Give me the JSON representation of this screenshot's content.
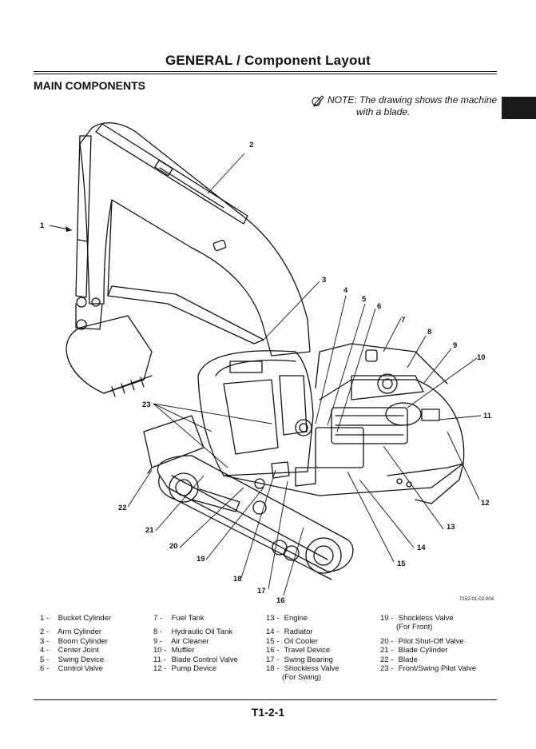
{
  "header": {
    "title": "GENERAL / Component Layout"
  },
  "section": {
    "title": "MAIN COMPONENTS"
  },
  "note": {
    "line1": "NOTE: The drawing shows the machine",
    "line2": "with a blade."
  },
  "figure": {
    "code": "T152-01-02-004",
    "callouts": [
      "1",
      "2",
      "3",
      "4",
      "5",
      "6",
      "7",
      "8",
      "9",
      "10",
      "11",
      "12",
      "13",
      "14",
      "15",
      "16",
      "17",
      "18",
      "19",
      "20",
      "21",
      "22",
      "23"
    ]
  },
  "legend": {
    "col1": [
      {
        "num": "1 -",
        "text": "Bucket Cylinder"
      },
      {
        "num": "2 -",
        "text": "Arm Cylinder"
      },
      {
        "num": "3 -",
        "text": "Boom Cylinder"
      },
      {
        "num": "4 -",
        "text": "Center Joint"
      },
      {
        "num": "5 -",
        "text": "Swing Device"
      },
      {
        "num": "6 -",
        "text": "Control Valve"
      }
    ],
    "col2": [
      {
        "num": "7 -",
        "text": "Fuel Tank"
      },
      {
        "num": "8 -",
        "text": "Hydraulic Oil Tank"
      },
      {
        "num": "9 -",
        "text": "Air Cleaner"
      },
      {
        "num": "10 -",
        "text": "Muffler"
      },
      {
        "num": "11 -",
        "text": "Blade Control Valve"
      },
      {
        "num": "12 -",
        "text": "Pump Device"
      }
    ],
    "col3": [
      {
        "num": "13 -",
        "text": "Engine"
      },
      {
        "num": "14 -",
        "text": "Radiator"
      },
      {
        "num": "15 -",
        "text": "Oil Cooler"
      },
      {
        "num": "16 -",
        "text": "Travel Device"
      },
      {
        "num": "17 -",
        "text": "Swing Bearing"
      },
      {
        "num": "18 -",
        "text": "Shockless Valve",
        "sub": "(For Swing)"
      }
    ],
    "col4": [
      {
        "num": "19 -",
        "text": "Shockless Valve",
        "sub": "(For Front)"
      },
      {
        "num": "20 -",
        "text": "Pilot Shut-Off Valve"
      },
      {
        "num": "21 -",
        "text": "Blade Cylinder"
      },
      {
        "num": "22 -",
        "text": "Blade"
      },
      {
        "num": "23 -",
        "text": "Front/Swing Pilot Valve"
      }
    ]
  },
  "page": {
    "number": "T1-2-1"
  }
}
